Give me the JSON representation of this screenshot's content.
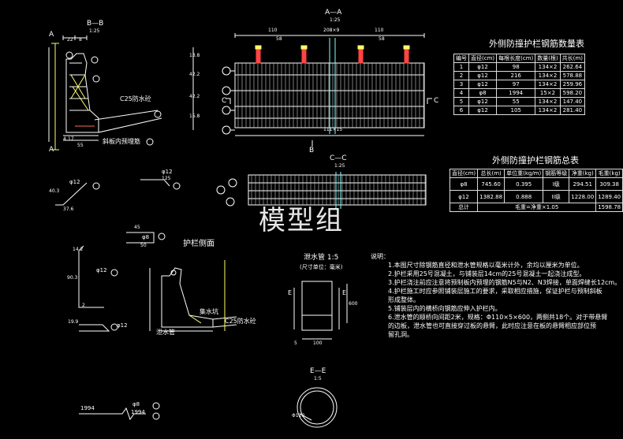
{
  "watermark": "模型组",
  "sections": {
    "bb_title": "B—B",
    "bb_scale": "1:25",
    "aa_title": "A—A",
    "aa_scale": "1:25",
    "cc_title": "C—C",
    "cc_scale": "1:25",
    "side_title": "护栏侧面",
    "drain_title": "泄水管 1:5",
    "drain_sub": "(尺寸单位：毫米)",
    "ee_title": "E—E",
    "ee_scale": "1:5"
  },
  "labels": {
    "c25_1": "C25防水砼",
    "c25_2": "C25防水砼",
    "embed": "斜板内预埋筋",
    "drain_groove": "集水坑",
    "drain_pipe": "泄水管",
    "cut_a": "A",
    "cut_b": "B",
    "cut_c": "C",
    "cut_e": "E"
  },
  "dims": {
    "bb_22": "22",
    "bb_8": "8",
    "bb_17": "17",
    "bb_55": "55",
    "bb_4": "4",
    "aa_110a": "110",
    "aa_208": "208×9",
    "aa_110b": "110",
    "aa_58a": "58",
    "aa_58b": "58",
    "aa_bottom": "111×15",
    "aa_r1": "13.8",
    "aa_r2": "42.2",
    "aa_r3": "42.2",
    "aa_r4": "15.8",
    "rebar5_a": "φ12",
    "rebar5_b": "40.3",
    "rebar5_c": "37.6",
    "rebar6_a": "φ12",
    "rebar6_b": "125",
    "rebar7_a": "45",
    "rebar7_b": "φ8",
    "rebar7_c": "50",
    "shape1_a": "14.2",
    "shape1_b": "φ12",
    "shape1_c": "90.3",
    "shape1_d": "2",
    "shape2_a": "19.9",
    "shape2_b": "φ12",
    "long_a": "1994",
    "long_b": "φ8",
    "long_c": "1994",
    "drain_w": "100",
    "drain_h": "600",
    "drain_5": "5",
    "drain_dia": "Φ110"
  },
  "table1": {
    "title": "外侧防撞护栏钢筋数量表",
    "headers": [
      "编号",
      "直径(cm)",
      "每根长度(cm)",
      "数量(根)",
      "共长(m)"
    ],
    "rows": [
      [
        "1",
        "φ12",
        "98",
        "134×2",
        "262.64"
      ],
      [
        "2",
        "φ12",
        "216",
        "134×2",
        "578.88"
      ],
      [
        "3",
        "φ12",
        "97",
        "134×2",
        "259.96"
      ],
      [
        "4",
        "φ8",
        "1994",
        "15×2",
        "598.20"
      ],
      [
        "5",
        "φ12",
        "55",
        "134×2",
        "147.40"
      ],
      [
        "6",
        "φ12",
        "105",
        "134×2",
        "281.40"
      ]
    ]
  },
  "table2": {
    "title": "外侧防撞护栏钢筋总表",
    "headers": [
      "直径(cm)",
      "总长(m)",
      "单位重(kg/m)",
      "钢筋等级",
      "净重(kg)",
      "毛重(kg)"
    ],
    "rows": [
      [
        "φ8",
        "745.60",
        "0.395",
        "I级",
        "294.51",
        "309.38"
      ],
      [
        "φ12",
        "1382.88",
        "0.888",
        "II级",
        "1228.00",
        "1289.40"
      ]
    ],
    "total_label": "总计",
    "total_formula": "毛重=净重×1.05",
    "total_value": "1598.78"
  },
  "notes": {
    "title": "说明：",
    "items": [
      "1.本图尺寸除钢筋直径和泄水管规格以毫米计外，余均以厘米为单位。",
      "2.护栏采用25号混凝土，与铺装层14cm的25号混凝土一起浇注成型。",
      "3.护栏浇注前应注意将预制板内预埋的钢筋N5与N2、N3焊接，单面焊缝长12cm。",
      "4.护栏施工时应参照铺装层施工的要求，采取相应措施，保证护栏与预制斜板",
      "   形成整体。",
      "5.铺装层内的横桥向钢筋应伸入护栏内。",
      "6.泄水管的顺桥向间距2米，规格：Φ110×5×600，两侧共18个。对于带悬臂",
      "   的边板，泄水管也可直接穿过板的悬臂，此时应注意在板的悬臂相应部位预",
      "   留孔洞。"
    ]
  }
}
